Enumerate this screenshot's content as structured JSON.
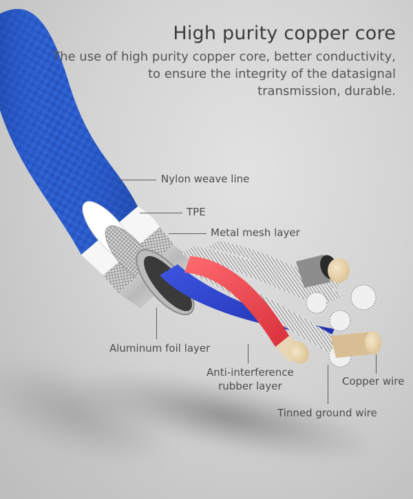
{
  "header": {
    "title": "High purity copper core",
    "description": [
      "The use of high purity copper core, better conductivity,",
      "to ensure the integrity of the datasignal",
      "transmission, durable."
    ]
  },
  "callouts": [
    {
      "id": "nylon",
      "label": "Nylon weave line"
    },
    {
      "id": "tpe",
      "label": "TPE"
    },
    {
      "id": "mesh",
      "label": "Metal mesh layer"
    },
    {
      "id": "foil",
      "label": "Aluminum foil layer"
    },
    {
      "id": "rubber",
      "label": [
        "Anti-interference",
        "rubber layer"
      ]
    },
    {
      "id": "copper",
      "label": "Copper wire"
    },
    {
      "id": "tinned",
      "label": "Tinned ground wire"
    }
  ],
  "colors": {
    "nylon_blue": "#2a5ccc",
    "red_wire": "#e8434b",
    "blue_wire": "#2a3fc4",
    "copper": "#e7d2ad",
    "background": "#d4d4d4"
  }
}
